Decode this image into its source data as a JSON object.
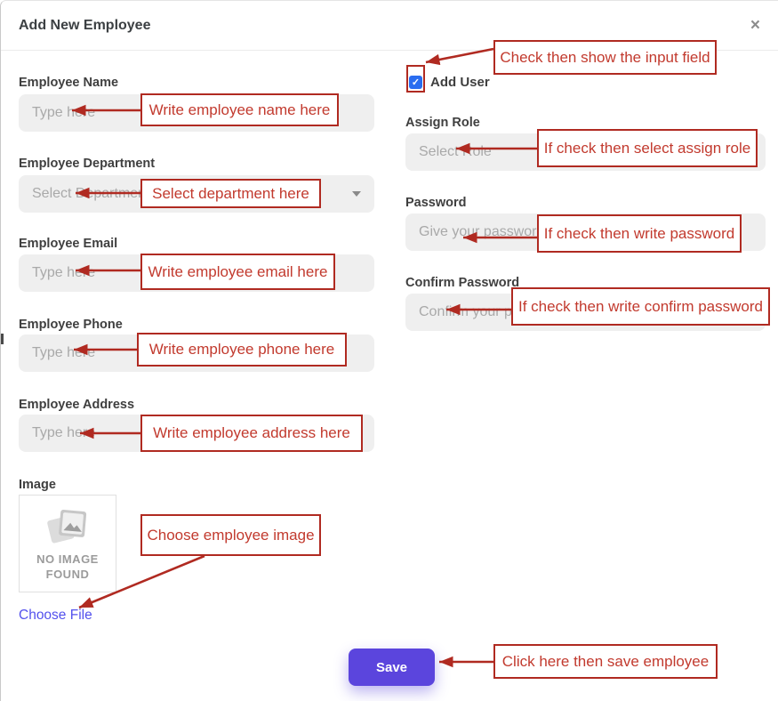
{
  "modal": {
    "title": "Add New Employee",
    "close_label": "×"
  },
  "left_form": {
    "fields": [
      {
        "label": "Employee Name",
        "placeholder": "Type here",
        "type": "input"
      },
      {
        "label": "Employee Department",
        "placeholder": "Select Department",
        "type": "select"
      },
      {
        "label": "Employee Email",
        "placeholder": "Type here",
        "type": "input"
      },
      {
        "label": "Employee Phone",
        "placeholder": "Type here",
        "type": "input"
      },
      {
        "label": "Employee Address",
        "placeholder": "Type here",
        "type": "input"
      }
    ],
    "image_label": "Image",
    "no_image_line1": "NO IMAGE",
    "no_image_line2": "FOUND",
    "choose_file_label": "Choose File"
  },
  "right_form": {
    "add_user_label": "Add User",
    "checkbox_checked": true,
    "checkmark": "✓",
    "fields": [
      {
        "label": "Assign Role",
        "placeholder": "Select Role",
        "type": "select"
      },
      {
        "label": "Password",
        "placeholder": "Give your password",
        "type": "input"
      },
      {
        "label": "Confirm Password",
        "placeholder": "Confirm your password",
        "type": "input"
      }
    ]
  },
  "save_button_label": "Save",
  "annotations": {
    "check_user": "Check then show the input field",
    "name": "Write employee name here",
    "department": "Select department here",
    "email": "Write employee email here",
    "phone": "Write employee phone here",
    "address": "Write employee address here",
    "image": "Choose employee image",
    "role": "If check then select assign role",
    "password": "If check then write password",
    "confirm_password": "If check then write confirm password",
    "save": "Click here then save employee"
  },
  "colors": {
    "accent": "#5b45dd",
    "annotation_border": "#b02a21",
    "annotation_text": "#c23a2e",
    "checkbox_blue": "#2a6df0",
    "link": "#5351ed",
    "input_bg": "#efefef",
    "placeholder": "#a9a9a9",
    "label": "#3f3f3f"
  }
}
